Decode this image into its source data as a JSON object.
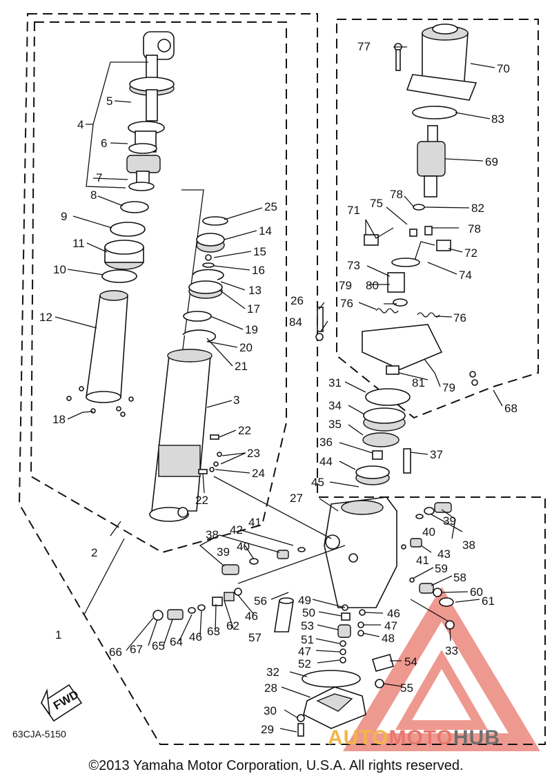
{
  "diagram_code": "63CJA-5150",
  "copyright": "©2013 Yamaha Motor Corporation, U.S.A. All rights reserved.",
  "watermark": {
    "part1": "AUTO",
    "part2": "MOTO",
    "part3": "HUB"
  },
  "fwd_label": "FWD",
  "callouts": {
    "1": "1",
    "2": "2",
    "3": "3",
    "4": "4",
    "5": "5",
    "6": "6",
    "7": "7",
    "8": "8",
    "9": "9",
    "10": "10",
    "11": "11",
    "12": "12",
    "13": "13",
    "14": "14",
    "15": "15",
    "16": "16",
    "17": "17",
    "18": "18",
    "19": "19",
    "20": "20",
    "21": "21",
    "22": "22",
    "23": "23",
    "24": "24",
    "25": "25",
    "26": "26",
    "27": "27",
    "28": "28",
    "29": "29",
    "30": "30",
    "31": "31",
    "32": "32",
    "33": "33",
    "34": "34",
    "35": "35",
    "36": "36",
    "37": "37",
    "38": "38",
    "39": "39",
    "40": "40",
    "41": "41",
    "42": "42",
    "43": "43",
    "44": "44",
    "45": "45",
    "46": "46",
    "47": "47",
    "48": "48",
    "49": "49",
    "50": "50",
    "51": "51",
    "52": "52",
    "53": "53",
    "54": "54",
    "55": "55",
    "56": "56",
    "57": "57",
    "58": "58",
    "59": "59",
    "60": "60",
    "61": "61",
    "62": "62",
    "63": "63",
    "64": "64",
    "65": "65",
    "66": "66",
    "67": "67",
    "68": "68",
    "69": "69",
    "70": "70",
    "71": "71",
    "72": "72",
    "73": "73",
    "74": "74",
    "75": "75",
    "76": "76",
    "77": "77",
    "78": "78",
    "79": "79",
    "80": "80",
    "81": "81",
    "82": "82",
    "83": "83",
    "84": "84"
  },
  "colors": {
    "line": "#111111",
    "watermark_red": "#e9776c",
    "watermark_orange": "#f2b54a",
    "watermark_gray": "#6f6f6f"
  }
}
